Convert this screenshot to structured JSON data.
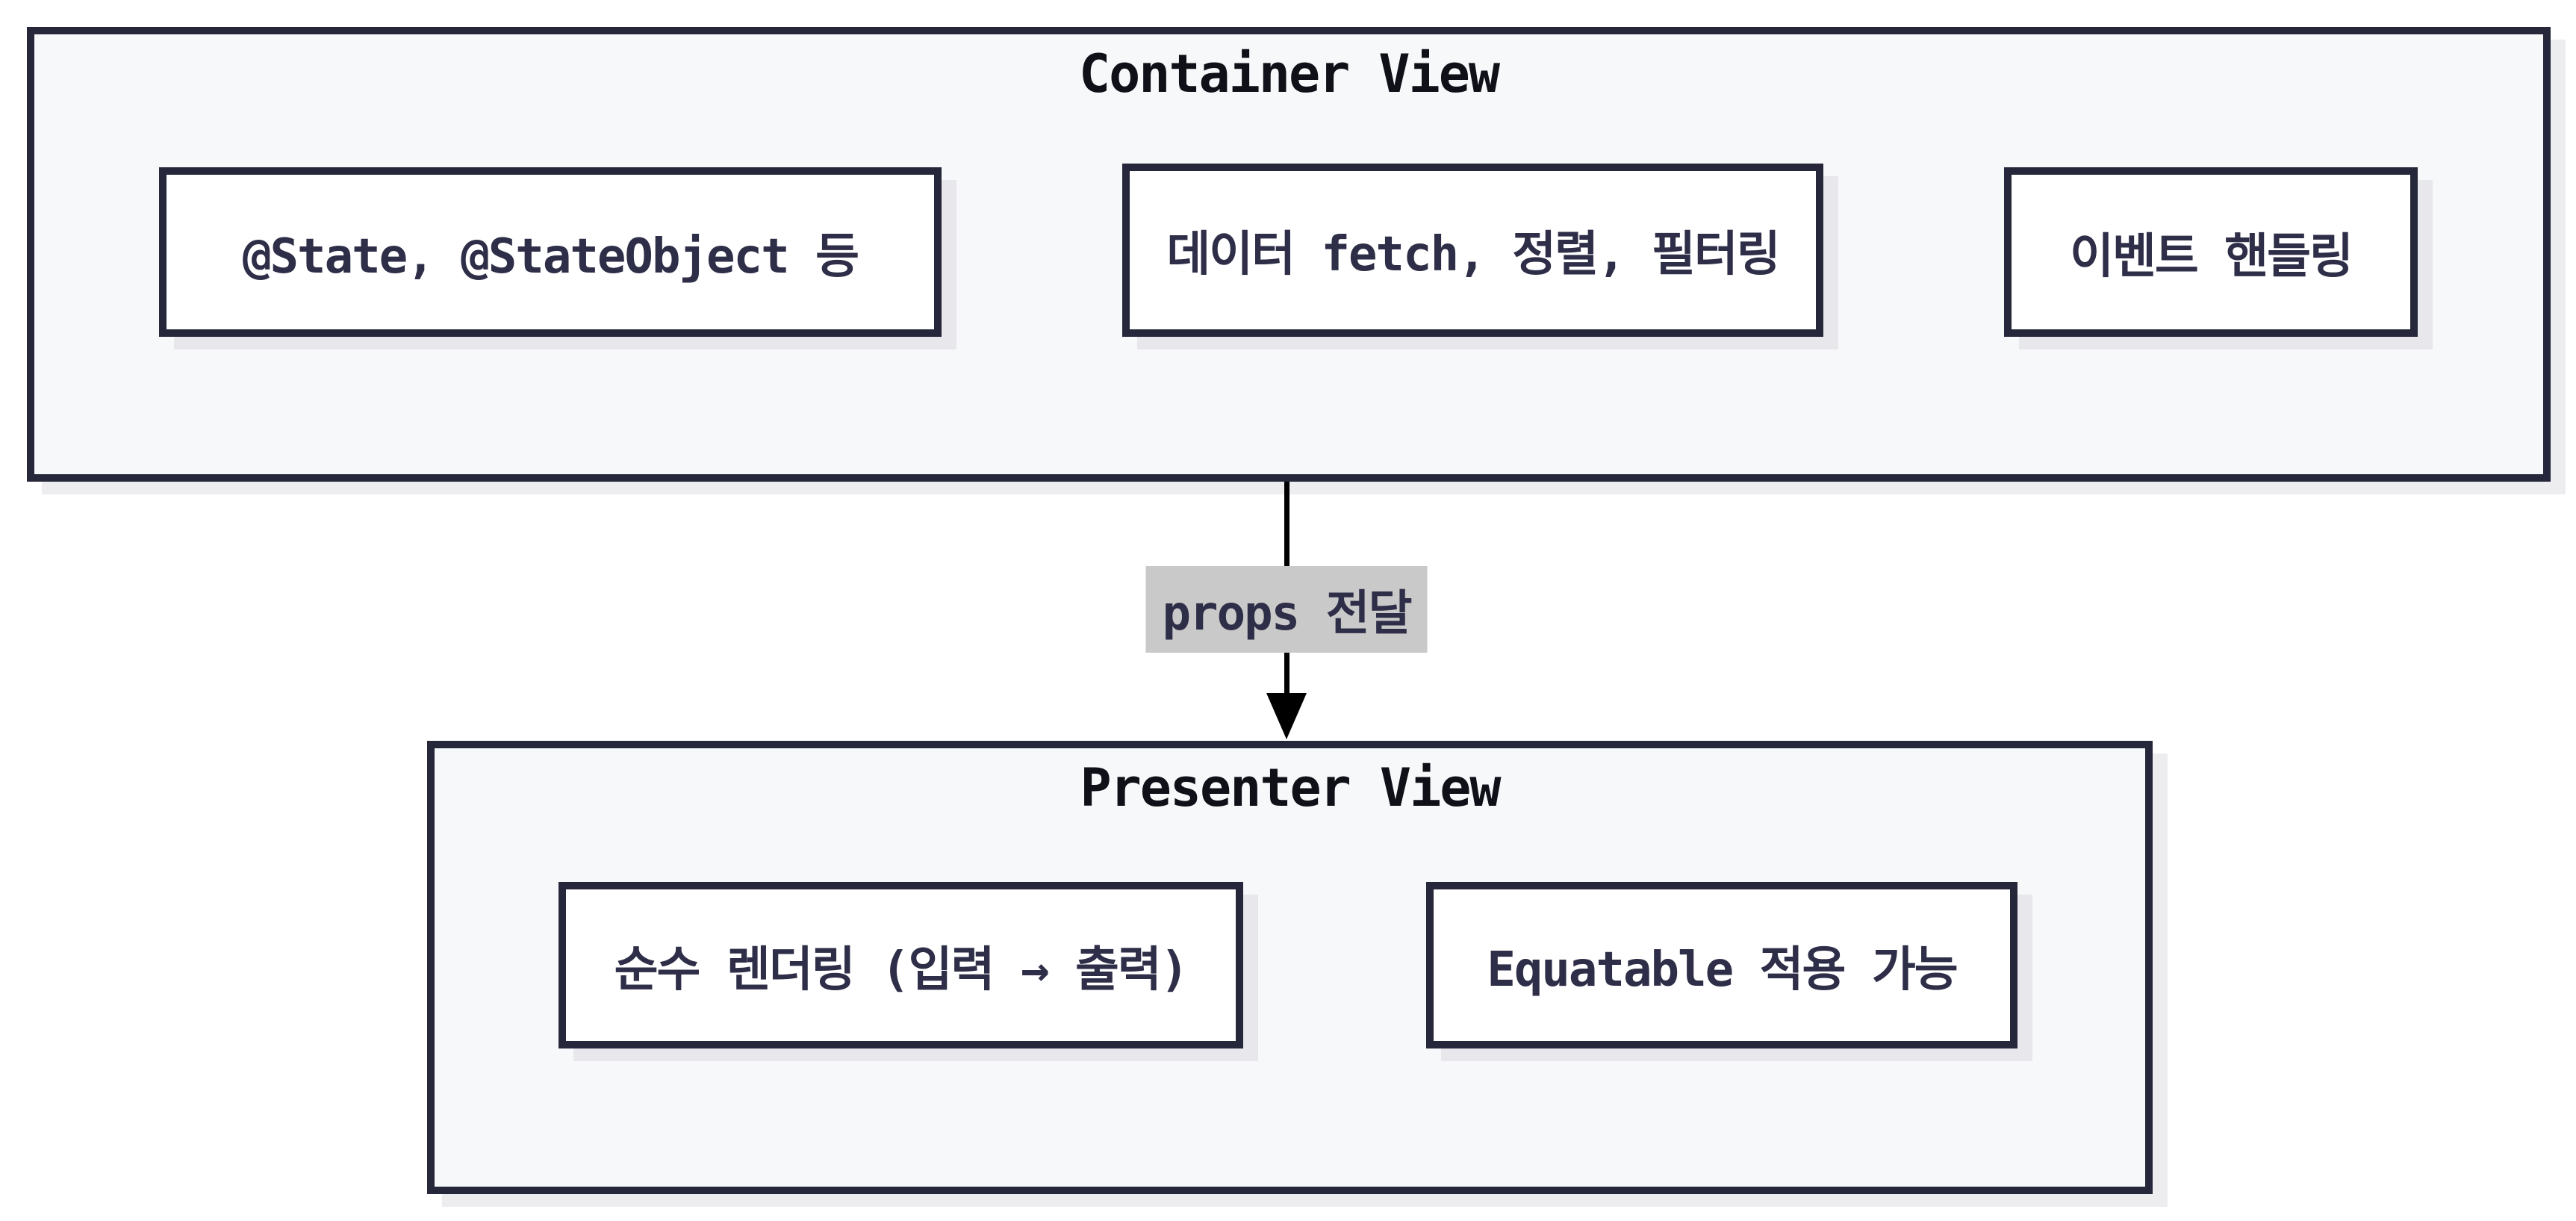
{
  "diagram": {
    "type": "flowchart",
    "direction": "top-down",
    "groups": {
      "container": {
        "title": "Container View",
        "nodes": [
          {
            "label": "@State, @StateObject 등"
          },
          {
            "label": "데이터 fetch, 정렬, 필터링"
          },
          {
            "label": "이벤트 핸들링"
          }
        ]
      },
      "presenter": {
        "title": "Presenter View",
        "nodes": [
          {
            "label": "순수 렌더링 (입력 → 출력)"
          },
          {
            "label": "Equatable 적용 가능"
          }
        ]
      }
    },
    "edge": {
      "from": "Container View",
      "to": "Presenter View",
      "label": "props 전달",
      "arrow_direction": "down"
    },
    "colors": {
      "page_background": "#ffffff",
      "group_fill": "#f7f8fa",
      "node_fill": "#ffffff",
      "border": "#26273a",
      "node_text": "#2e2e48",
      "title_text": "#101018",
      "edge_label_background": "#c9c9c9",
      "arrow": "#000000",
      "shadow": "#ededf0"
    }
  }
}
